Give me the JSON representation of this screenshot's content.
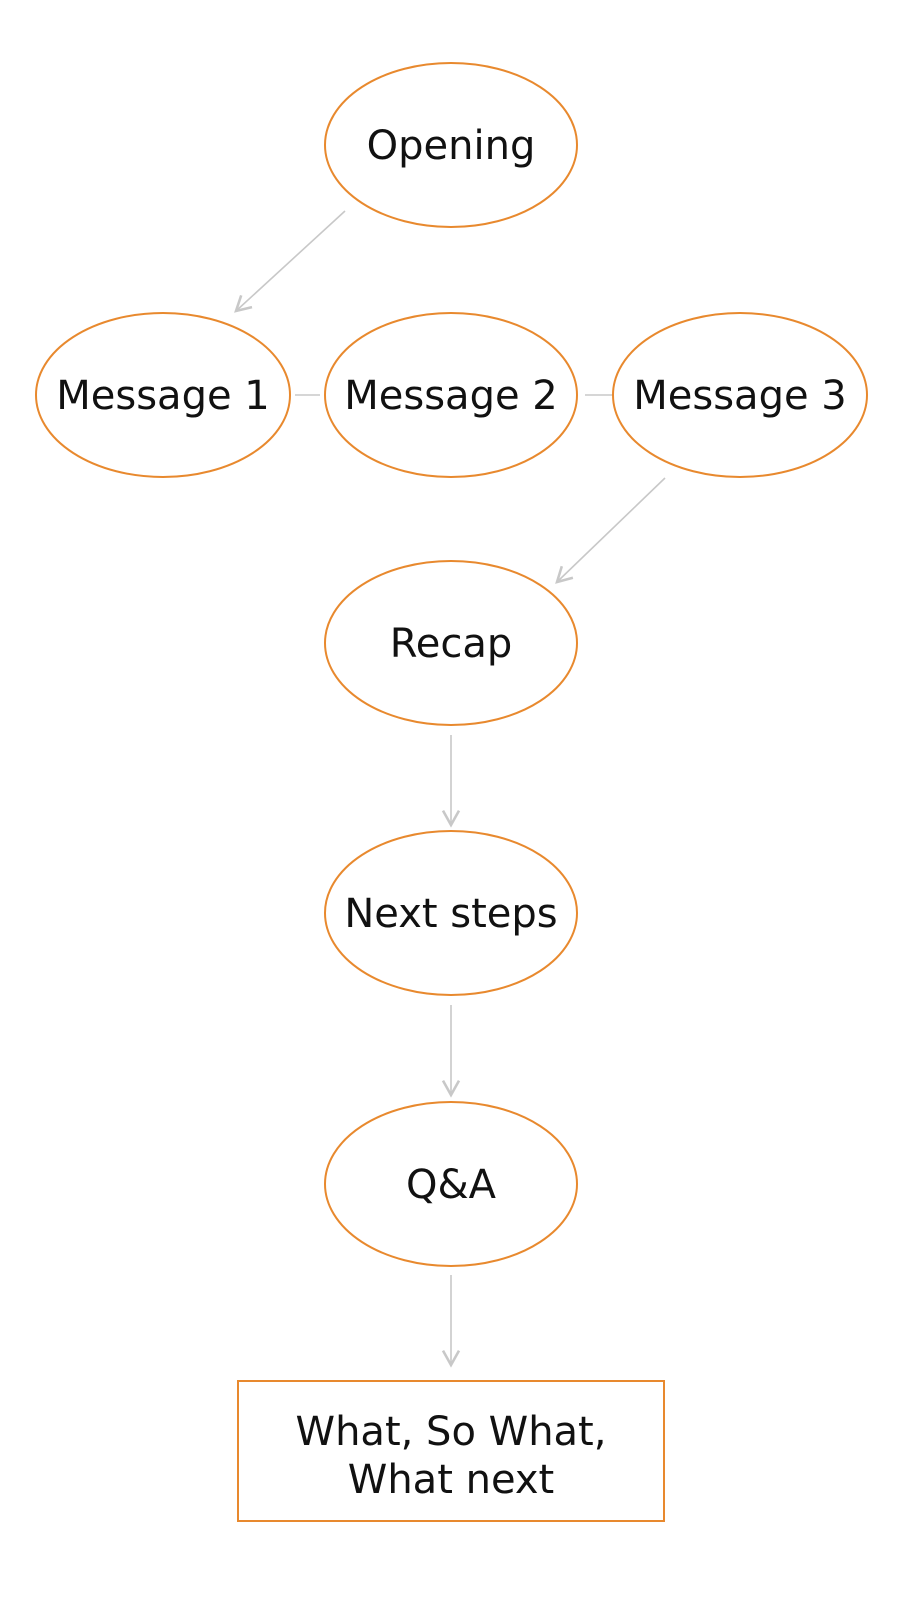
{
  "colors": {
    "node_stroke": "#e8892e",
    "arrow": "#c8c8c8",
    "text": "#111111",
    "background": "#ffffff"
  },
  "nodes": {
    "opening": "Opening",
    "message1": "Message 1",
    "message2": "Message 2",
    "message3": "Message 3",
    "recap": "Recap",
    "next_steps": "Next steps",
    "qa": "Q&A",
    "final_line1": "What, So What,",
    "final_line2": "What next"
  }
}
